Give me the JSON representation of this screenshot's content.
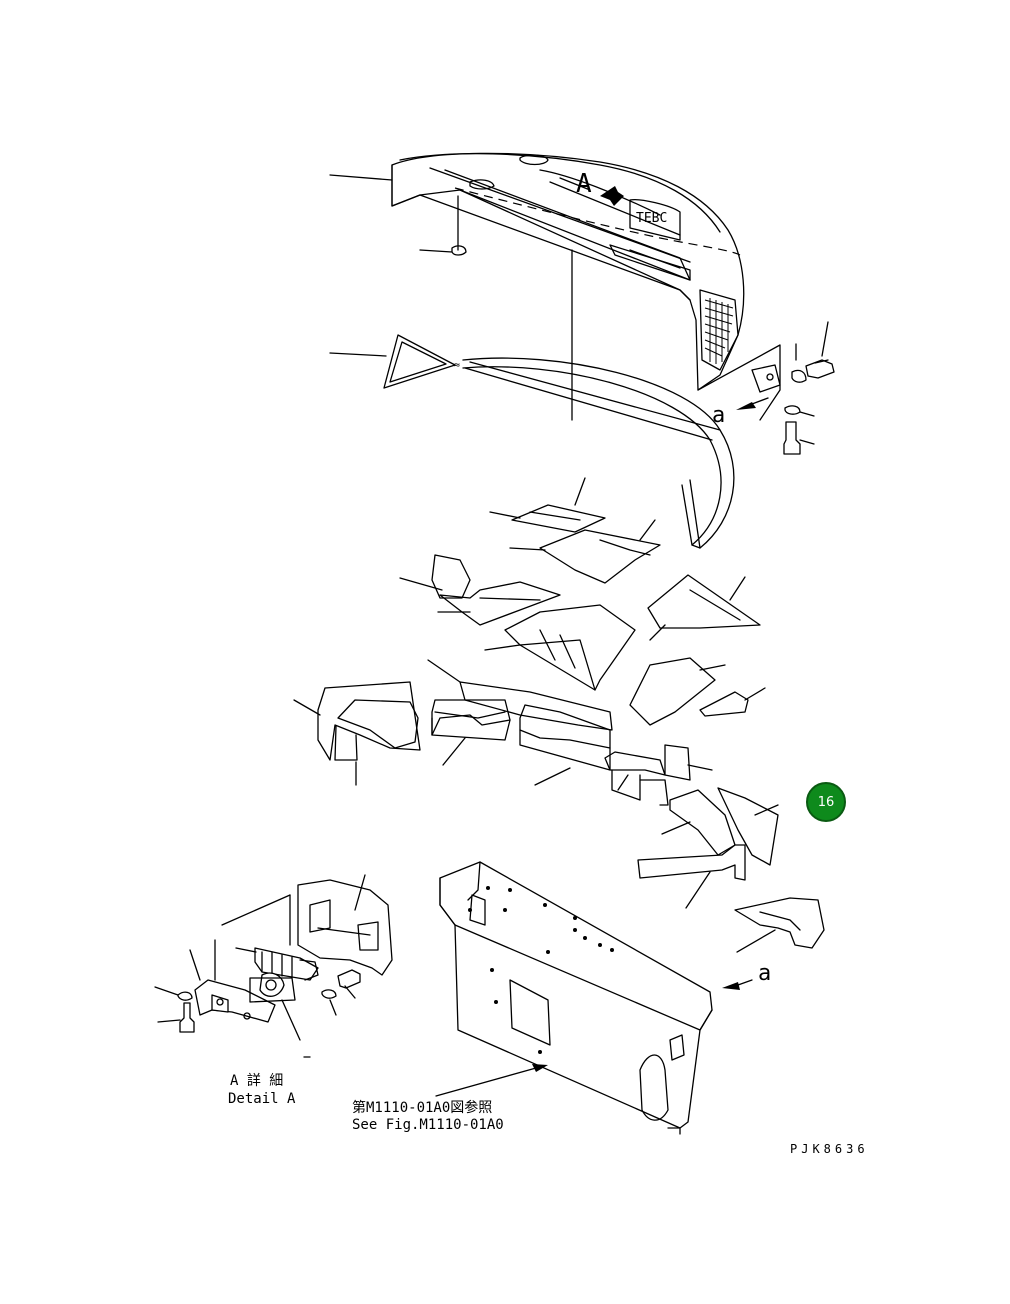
{
  "labels": {
    "view_a": "A",
    "view_ref_a_top": "a",
    "view_ref_a_bottom": "a",
    "detail_jp": "A 詳 細",
    "detail_en": "Detail A",
    "ref_jp": "第M1110-01A0図参照",
    "ref_en": "See Fig.M1110-01A0",
    "drawing_no": "PJK8636",
    "page_badge": "16"
  },
  "colors": {
    "badge_fill": "#0e8a1c",
    "line": "#000000",
    "background": "#ffffff"
  }
}
